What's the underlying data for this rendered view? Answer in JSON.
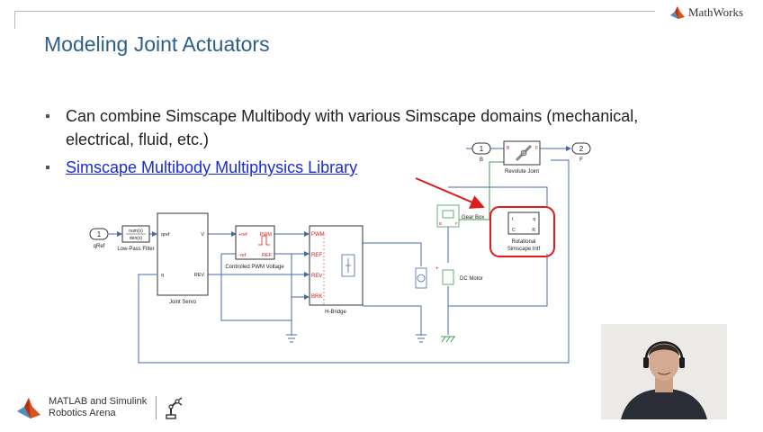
{
  "brand": {
    "logo_text": "MathWorks",
    "logo_mark": "membrane-logo"
  },
  "slide": {
    "title": "Modeling Joint Actuators",
    "bullets": [
      "Can combine Simscape Multibody with various Simscape domains (mechanical, electrical, fluid, etc.)",
      "Simscape Multibody Multiphysics Library"
    ]
  },
  "diagram": {
    "inport_qref_num": "1",
    "inport_qref_label": "qRef",
    "lowpass_label": "Low-Pass Filter",
    "lowpass_num": "num(s)",
    "lowpass_den": "den(s)",
    "servo_label": "Joint Servo",
    "servo_port_qref": "qref",
    "servo_port_v": "V",
    "servo_port_q": "q",
    "servo_port_rev": "REV",
    "pwm_label": "Controlled PWM Voltage",
    "pwm_port_pref": "+ref",
    "pwm_port_mref": "-ref",
    "pwm_port_pwm": "PWM",
    "pwm_port_ref": "REF",
    "hbridge_label": "H-Bridge",
    "hbridge_ports": [
      "PWM",
      "REF",
      "REV",
      "BRK"
    ],
    "gearbox_label": "Gear Box",
    "gearbox_b": "B",
    "gearbox_f": "F",
    "dcmotor_label": "DC Motor",
    "revolute_label": "Revolute Joint",
    "revolute_b": "B",
    "revolute_f": "F",
    "rot_intf_label1": "Rotational",
    "rot_intf_label2": "Simscape Intf",
    "rot_intf_ports": [
      "t",
      "C",
      "R",
      "q"
    ],
    "inport_b_num": "1",
    "inport_b_label": "B",
    "outport_f_num": "2",
    "outport_f_label": "F"
  },
  "footer": {
    "line1": "MATLAB and Simulink",
    "line2": "Robotics Arena"
  },
  "colors": {
    "title": "#2d5f8a",
    "link": "#1a2bd6",
    "signal": "#4a68a8",
    "conserving": "#3d9e5a",
    "electrical": "#d04040",
    "highlight": "#e01b1b",
    "port_text": "#d31b1b"
  }
}
